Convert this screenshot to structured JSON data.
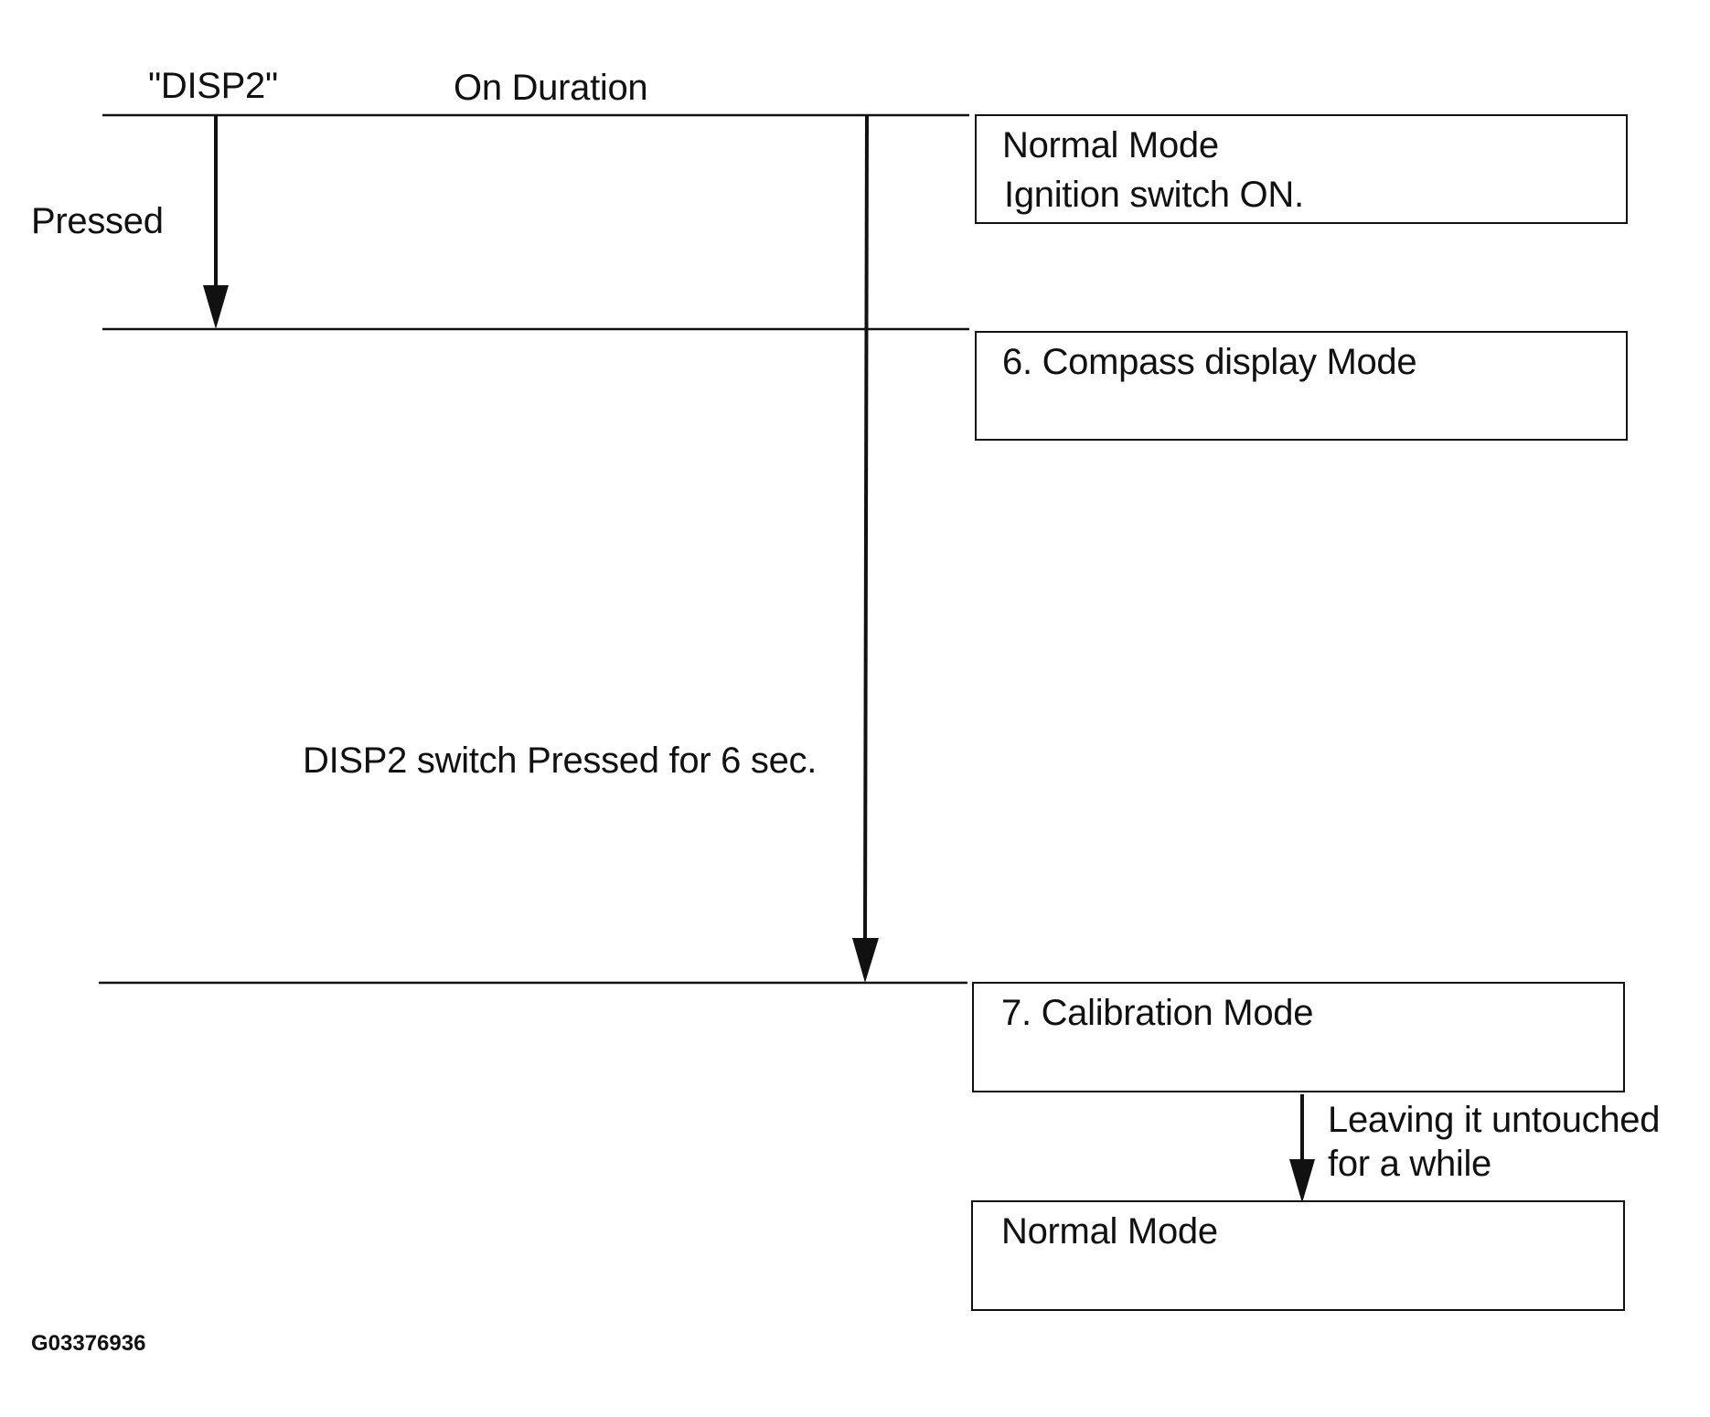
{
  "header": {
    "switch_label": "\"DISP2\"",
    "duration_label": "On Duration"
  },
  "pressed_label": "Pressed",
  "long_press_label": "DISP2 switch Pressed for 6 sec.",
  "modes": [
    {
      "line1": "Normal Mode",
      "line2": "Ignition switch ON."
    },
    {
      "line1": "6. Compass display Mode"
    },
    {
      "line1": "7. Calibration Mode"
    },
    {
      "line1": "Normal Mode"
    }
  ],
  "timeout_label": {
    "line1": "Leaving it untouched",
    "line2": "for a while"
  },
  "figure_id": "G03376936"
}
